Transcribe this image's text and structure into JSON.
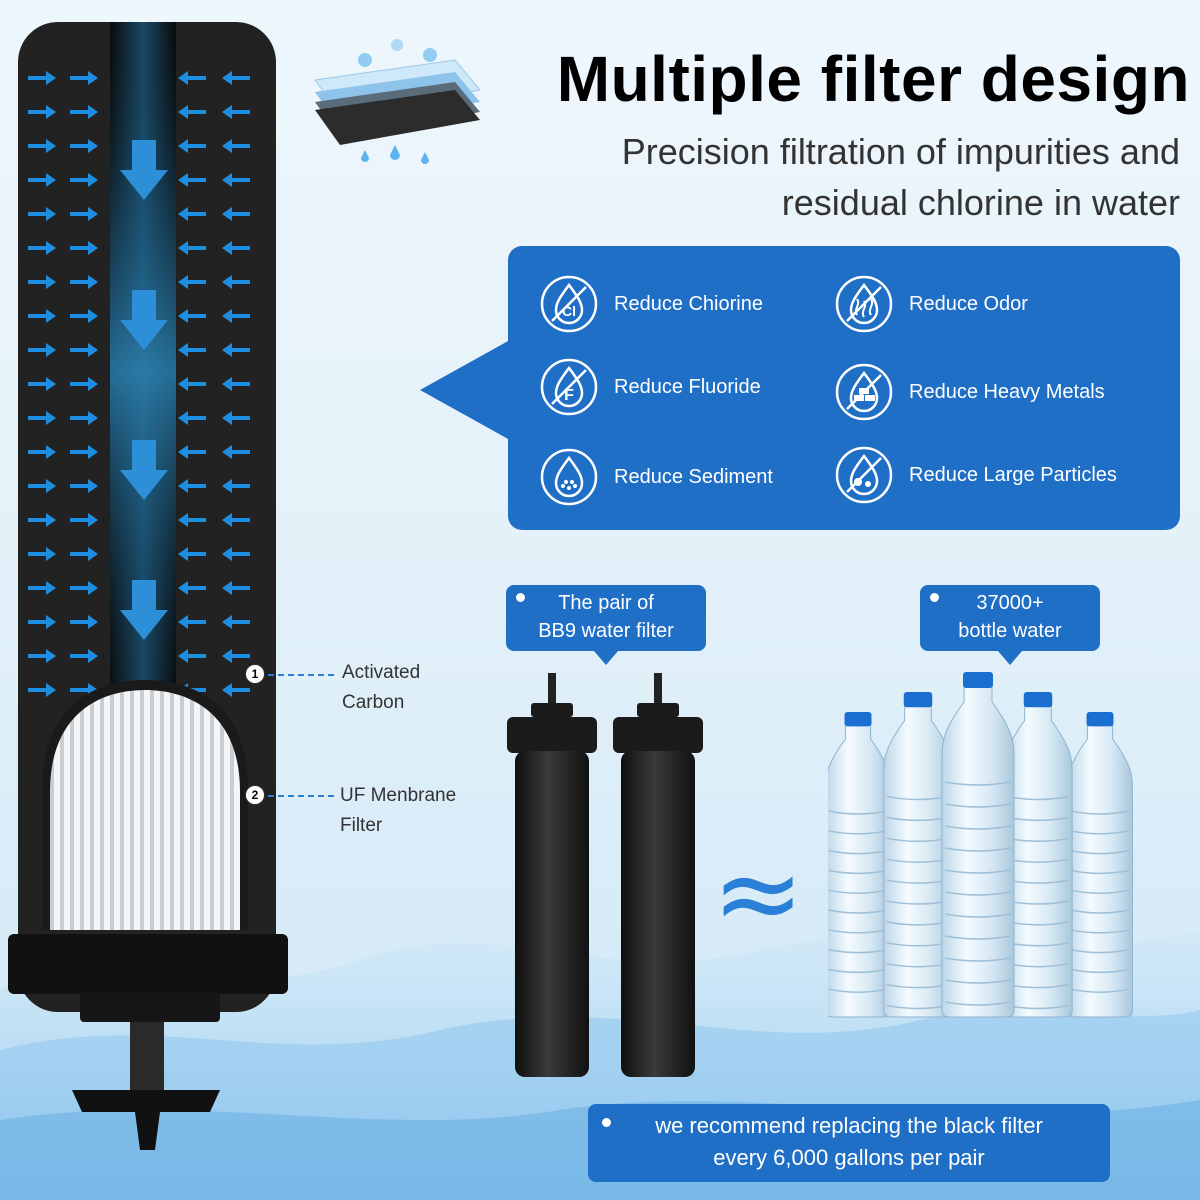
{
  "header": {
    "title": "Multiple filter design",
    "subtitle_line1": "Precision filtration of impurities and",
    "subtitle_line2": "residual chlorine in water"
  },
  "features": [
    {
      "label": "Reduce Chiorine",
      "icon": "chlorine-drop-icon"
    },
    {
      "label": "Reduce Odor",
      "icon": "odor-drop-icon"
    },
    {
      "label": "Reduce Fluoride",
      "icon": "fluoride-drop-icon"
    },
    {
      "label": "Reduce Heavy Metals",
      "icon": "heavy-metals-drop-icon"
    },
    {
      "label": "Reduce Sediment",
      "icon": "sediment-drop-icon"
    },
    {
      "label": "Reduce Large Particles",
      "icon": "large-particles-drop-icon"
    }
  ],
  "layers": [
    {
      "number": "1",
      "line1": "Activated",
      "line2": "Carbon"
    },
    {
      "number": "2",
      "line1": "UF Menbrane",
      "line2": "Filter"
    }
  ],
  "callouts": {
    "pair_line1": "The pair of",
    "pair_line2": "BB9 water filter",
    "bottle_line1": "37000+",
    "bottle_line2": "bottle water",
    "recommend_line1": "we recommend replacing the black filter",
    "recommend_line2": "every 6,000 gallons per pair"
  },
  "equivalence_symbol": "≈",
  "colors": {
    "accent_blue": "#1f6fc6",
    "arrow_blue": "#1e8fe0",
    "filter_black": "#1c1c1c",
    "cap_blue": "#1a6fd0"
  }
}
